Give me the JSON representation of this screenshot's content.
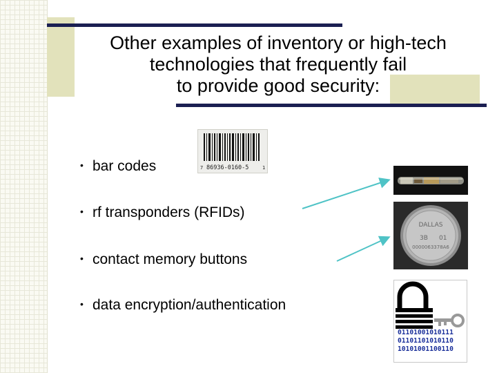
{
  "slide": {
    "title_lines": [
      "Other examples of inventory or high-tech",
      "technologies that frequently fail",
      "to provide good security:"
    ],
    "bullets": [
      "bar codes",
      "rf transponders (RFIDs)",
      "contact memory buttons",
      "data encryption/authentication"
    ],
    "bullet_symbol": "•"
  },
  "images": {
    "barcode": {
      "left_digit": "7",
      "number": "86936-0160-5",
      "right_digit": "1"
    },
    "memory_button": {
      "engraving_lines": [
        "DALLAS",
        "3B",
        "01",
        "0000063378A6"
      ]
    },
    "encryption": {
      "binary_lines": [
        "01101001010111",
        "01101101010110",
        "10101001100110"
      ]
    }
  },
  "colors": {
    "title_rule": "#1b1f52",
    "accent_box": "#e2e2bb",
    "arrow": "#4fc3c6",
    "bits": "#1a2f9a"
  }
}
